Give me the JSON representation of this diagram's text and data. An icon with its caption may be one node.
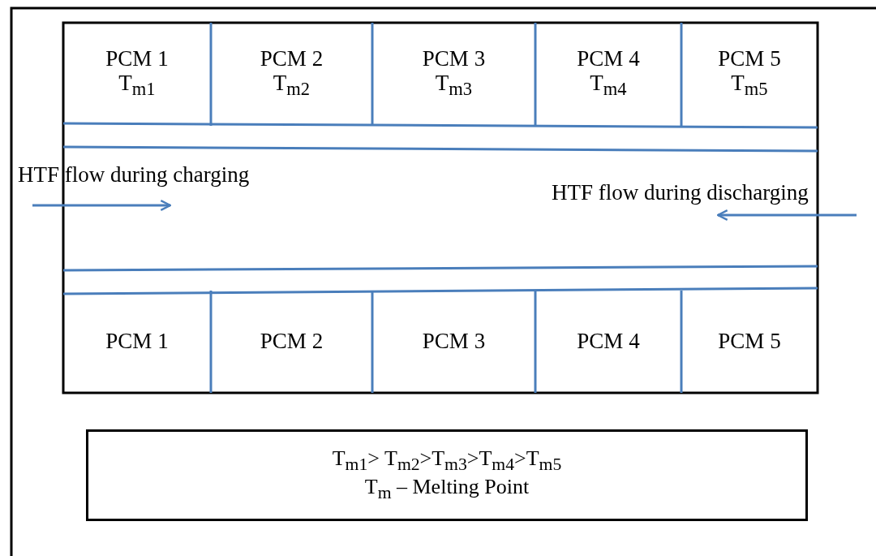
{
  "diagram": {
    "nodes": [
      {
        "text": [
          "PCM 1",
          "T$_{m1}$"
        ]
      },
      {
        "text": [
          "PCM 2",
          "T$_{m2}$"
        ]
      },
      {
        "text": [
          "PCM 3",
          "T$_{m3}$"
        ]
      },
      {
        "text": [
          "PCM 4",
          "T$_{m4}$"
        ]
      },
      {
        "text": [
          "PCM 5",
          "T$_{m5}$"
        ]
      },
      {
        "text": [
          "PCM 1"
        ]
      },
      {
        "text": [
          "PCM 2"
        ]
      },
      {
        "text": [
          "PCM 3"
        ]
      },
      {
        "text": [
          "PCM 4"
        ]
      },
      {
        "text": [
          "PCM 5"
        ]
      },
      {
        "text": [
          "T$_{m1}$> T$_{m2}$>T$_{m3}$>T$_{m4}$>T$_{m5}$",
          "T$_{m}$ – Melting Point"
        ]
      }
    ],
    "edges": [],
    "labels": [
      "HTF flow during charging",
      "HTF flow during discharging"
    ]
  }
}
